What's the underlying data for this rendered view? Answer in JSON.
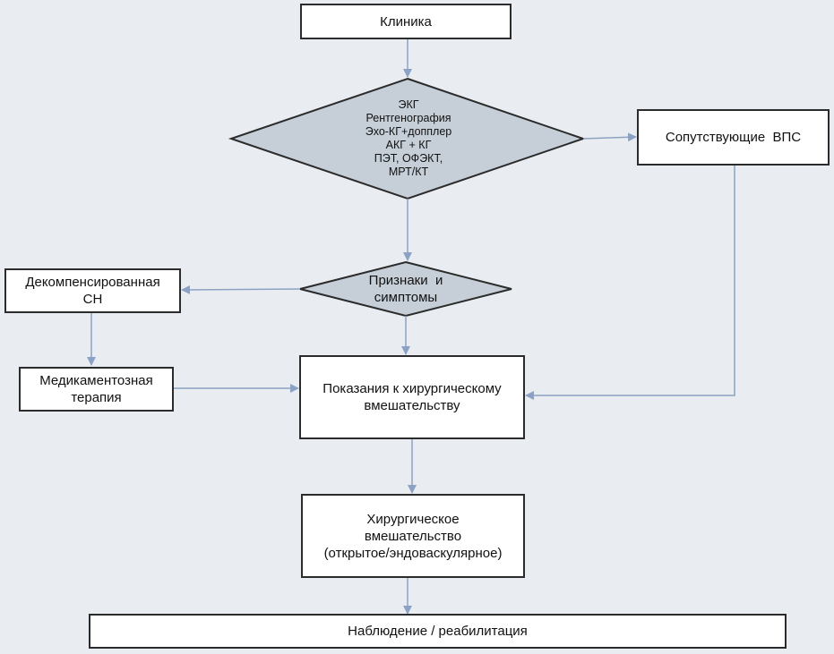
{
  "nodes": {
    "clinic": "Клиника",
    "diagnostics": [
      "ЭКГ",
      "Рентгенография",
      "Эхо-КГ+допплер",
      "АКГ + КГ",
      "ПЭТ, ОФЭКТ,",
      "МРТ/КТ"
    ],
    "comorbid": "Сопутствующие  ВПС",
    "signs": "Признаки  и\nсимптомы",
    "decompensated": "Декомпенсированная\nСН",
    "drug_therapy": "Медикаментозная\nтерапия",
    "indications": "Показания к хирургическому\nвмешательству",
    "surgery": "Хирургическое\nвмешательство\n(открытое/эндоваскулярное)",
    "follow_up": "Наблюдение / реабилитация"
  },
  "colors": {
    "background": "#e9edf1",
    "diamond_fill": "#c6cfd8",
    "arrow": "#8ca2c4",
    "border": "#2b2b2b"
  }
}
